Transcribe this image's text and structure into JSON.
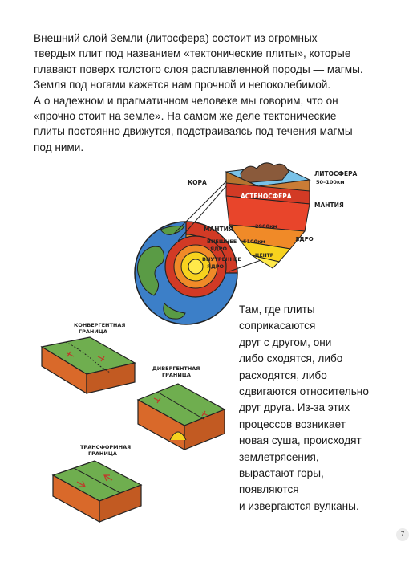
{
  "intro_lines": [
    "Внешний слой Земли (литосфера) состоит из огромных",
    "твердых плит под названием «тектонические плиты», которые",
    "плавают поверх толстого слоя расплавленной породы — магмы.",
    "Земля под ногами кажется нам прочной и непоколебимой.",
    "А о надежном и прагматичном человеке мы говорим, что он",
    "«прочно стоит на земле». На самом же деле тектонические",
    "плиты постоянно движутся, подстраиваясь под течения магмы",
    "под ними."
  ],
  "side_lines": [
    "Там, где плиты",
    "соприкасаются",
    "друг с другом, они",
    "либо сходятся, либо",
    "расходятся, либо",
    "сдвигаются относительно",
    "друг друга. Из-за этих",
    "процессов возникает",
    "новая суша, происходят",
    "землетрясения,",
    "вырастают горы,",
    "появляются",
    "и извергаются вулканы."
  ],
  "diagram_labels": {
    "crust": "КОРА",
    "lithosphere": "ЛИТОСФЕРА",
    "lithosphere_depth": "50–100км",
    "asthenosphere": "АСТЕНОСФЕРА",
    "mantle_right": "МАНТИЯ",
    "mantle_left": "МАНТИЯ",
    "depth_2900": "2900км",
    "outer_core_1": "ВНЕШНЕЕ",
    "outer_core_2": "ЯДРО",
    "depth_5100": "5100км",
    "core_right": "ЯДРО",
    "inner_core_1": "ВНУТРЕННЕЕ",
    "inner_core_2": "ЯДРО",
    "depth_core": "ЦЕНТР"
  },
  "boundaries": {
    "convergent_1": "КОНВЕРГЕНТНАЯ",
    "convergent_2": "ГРАНИЦА",
    "divergent_1": "ДИВЕРГЕНТНАЯ",
    "divergent_2": "ГРАНИЦА",
    "transform_1": "ТРАНСФОРМНАЯ",
    "transform_2": "ГРАНИЦА"
  },
  "page_number": "7",
  "colors": {
    "ocean": "#3c7fc8",
    "land": "#5a9b45",
    "plate_top": "#6fae4f",
    "plate_side": "#d9692a",
    "crust": "#d23a25",
    "mantle": "#e8452b",
    "outer_core": "#f7d21e",
    "inner_core": "#ffe94a"
  }
}
